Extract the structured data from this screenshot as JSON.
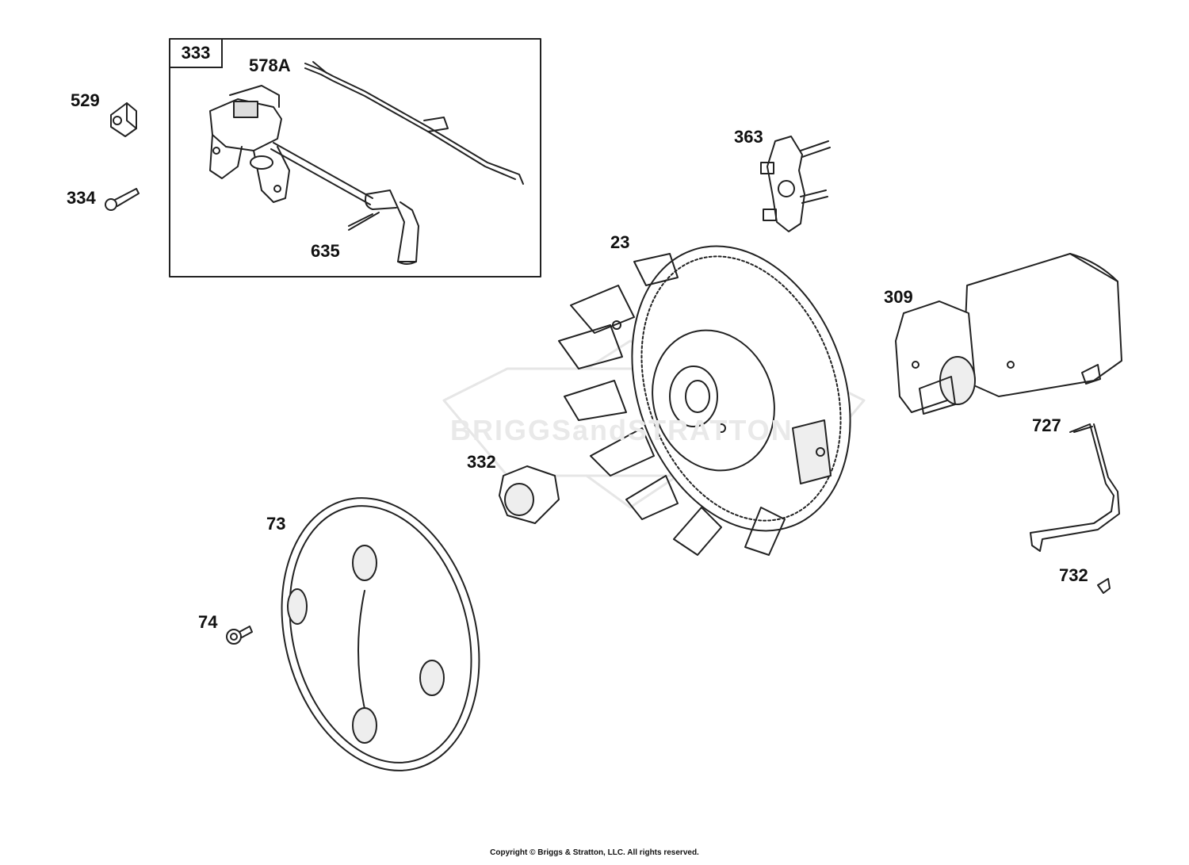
{
  "watermark": "BRIGGSandSTRATTON",
  "copyright": "Copyright © Briggs & Stratton, LLC. All rights reserved.",
  "kit_box_label": "333",
  "callouts": [
    {
      "id": "529",
      "part": "grommet"
    },
    {
      "id": "334",
      "part": "screw"
    },
    {
      "id": "578A",
      "part": "ground-wire"
    },
    {
      "id": "635",
      "part": "spark-plug-boot"
    },
    {
      "id": "363",
      "part": "bracket-with-studs"
    },
    {
      "id": "23",
      "part": "flywheel"
    },
    {
      "id": "309",
      "part": "starter-motor"
    },
    {
      "id": "727",
      "part": "starter-bracket"
    },
    {
      "id": "732",
      "part": "nut"
    },
    {
      "id": "332",
      "part": "flywheel-nut"
    },
    {
      "id": "73",
      "part": "flywheel-screen"
    },
    {
      "id": "74",
      "part": "screen-screw"
    }
  ],
  "colors": {
    "line": "#222222",
    "fill": "#ffffff",
    "shade": "#dddddd",
    "watermark": "#e9e9e9"
  }
}
